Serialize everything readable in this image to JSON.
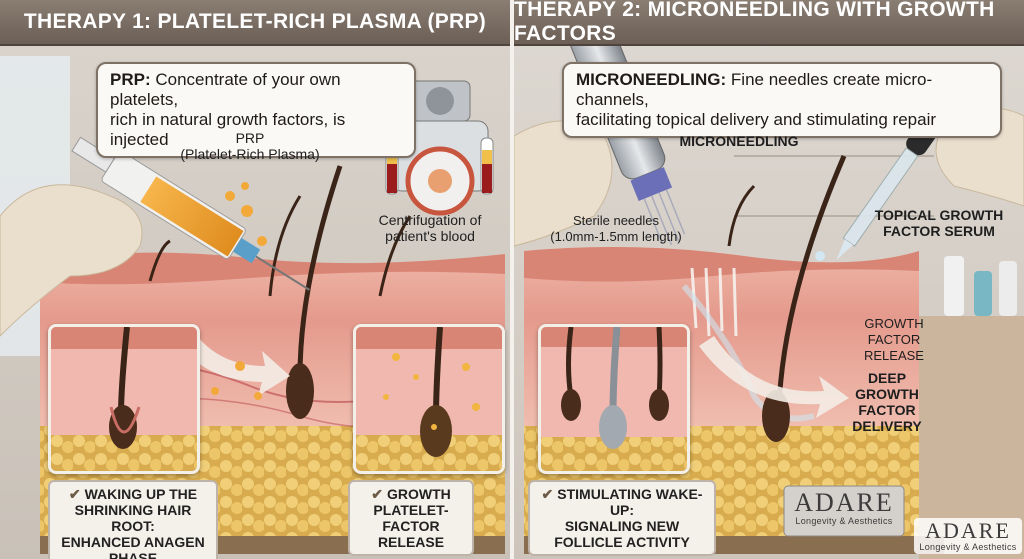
{
  "therapy1": {
    "title": "THERAPY 1: PLATELET-RICH PLASMA (PRP)",
    "callout_bold": "PRP:",
    "callout_line1": "Concentrate of your own platelets,",
    "callout_line2": "rich in natural growth factors, is injected",
    "prp_label_line1": "PRP",
    "prp_label_line2": "(Platelet-Rich Plasma)",
    "centrifuge_line1": "Centrifugation of",
    "centrifuge_line2": "patient's blood",
    "inset1_caption_line1": "WAKING UP THE",
    "inset1_caption_line2": "SHRINKING HAIR ROOT:",
    "inset1_caption_line3": "ENHANCED ANAGEN PHASE",
    "inset2_caption_line1": "GROWTH",
    "inset2_caption_line2": "PLATELET-FACTOR",
    "inset2_caption_line3": "RELEASE"
  },
  "therapy2": {
    "title": "THERAPY 2: MICRONEEDLING WITH GROWTH FACTORS",
    "callout_bold": "MICRONEEDLING:",
    "callout_line1": "Fine needles create micro-channels,",
    "callout_line2": "facilitating topical delivery and stimulating repair",
    "device_label": "MICRONEEDLING",
    "needles_line1": "Sterile needles",
    "needles_line2": "(1.0mm-1.5mm length)",
    "serum_line1": "TOPICAL GROWTH",
    "serum_line2": "FACTOR SERUM",
    "release_line1": "GROWTH",
    "release_line2": "FACTOR",
    "release_line3": "RELEASE",
    "delivery_line1": "DEEP",
    "delivery_line2": "GROWTH",
    "delivery_line3": "FACTOR",
    "delivery_line4": "DELIVERY",
    "inset_caption_line1": "STIMULATING WAKE-UP:",
    "inset_caption_line2": "SIGNALING NEW",
    "inset_caption_line3": "FOLLICLE ACTIVITY"
  },
  "logo_plaque": {
    "name": "ADARE",
    "tagline": "Longevity & Aesthetics"
  },
  "logo_corner": {
    "name": "ADARE",
    "tagline": "Longevity & Aesthetics"
  },
  "check_glyph": "✔",
  "colors": {
    "title_bar": "#7b6f66",
    "skin": "#e8a79a",
    "fat": "#e8c46a",
    "serum": "#f0a53a"
  }
}
